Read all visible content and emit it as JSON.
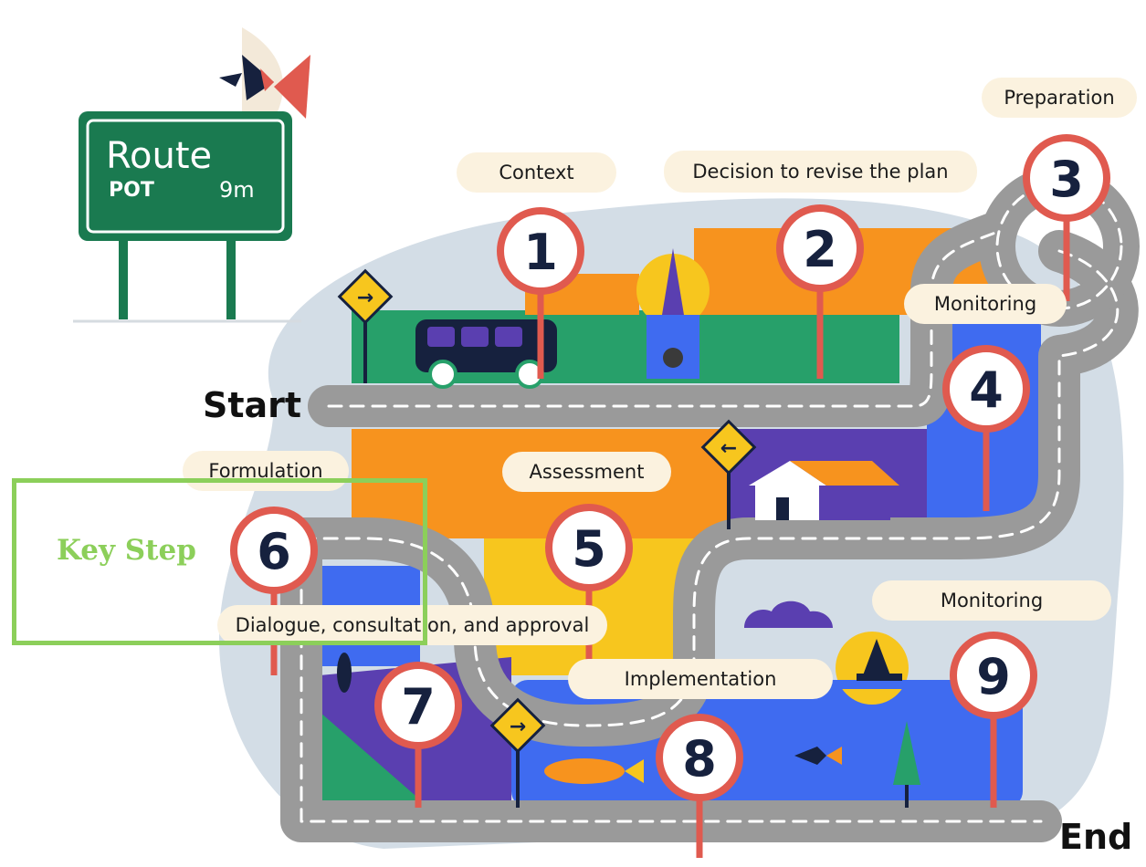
{
  "sign": {
    "title": "Route",
    "subtitle": "POT",
    "distance": "9m"
  },
  "labels": {
    "start": "Start",
    "end": "End",
    "key_step": "Key Step"
  },
  "steps": [
    {
      "number": "1",
      "label": "Context"
    },
    {
      "number": "2",
      "label": "Decision to revise the plan"
    },
    {
      "number": "3",
      "label": "Preparation"
    },
    {
      "number": "4",
      "label": "Monitoring"
    },
    {
      "number": "5",
      "label": "Assessment"
    },
    {
      "number": "6",
      "label": "Formulation"
    },
    {
      "number": "7",
      "label": "Dialogue, consultat on, and approval"
    },
    {
      "number": "8",
      "label": "Implementation"
    },
    {
      "number": "9",
      "label": "Monitoring"
    }
  ],
  "colors": {
    "road": "#9a9a9a",
    "marker_ring": "#e05a4f",
    "sign_green": "#1a7a50",
    "accent_green": "#8ccf5a",
    "orange": "#f7931e",
    "blue": "#3f6bf0",
    "purple": "#5a3fb0",
    "backdrop": "#d3dde6"
  }
}
